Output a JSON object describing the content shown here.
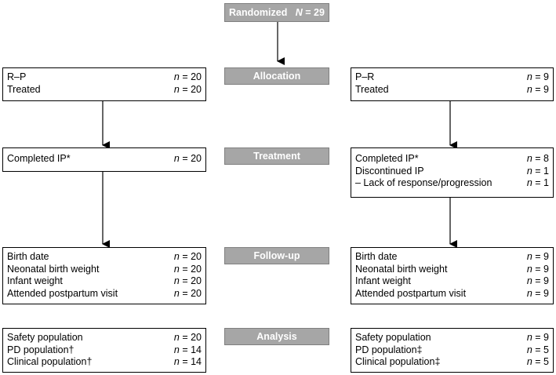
{
  "top": {
    "label": "Randomized",
    "n_prefix": "N",
    "n_value": "= 29"
  },
  "stages": [
    "Allocation",
    "Treatment",
    "Follow-up",
    "Analysis"
  ],
  "left": {
    "allocation": [
      {
        "label": "R–P",
        "n": "= 20"
      },
      {
        "label": "Treated",
        "n": "= 20"
      }
    ],
    "treatment": [
      {
        "label": "Completed IP*",
        "n": "= 20"
      }
    ],
    "followup": [
      {
        "label": "Birth date",
        "n": "= 20"
      },
      {
        "label": "Neonatal birth weight",
        "n": "= 20"
      },
      {
        "label": "Infant weight",
        "n": "= 20"
      },
      {
        "label": "Attended postpartum visit",
        "n": "= 20"
      }
    ],
    "analysis": [
      {
        "label": "Safety population",
        "n": "= 20"
      },
      {
        "label": "PD population†",
        "n": "= 14"
      },
      {
        "label": "Clinical population†",
        "n": "= 14"
      }
    ]
  },
  "right": {
    "allocation": [
      {
        "label": "P–R",
        "n": "= 9"
      },
      {
        "label": "Treated",
        "n": "= 9"
      }
    ],
    "treatment": [
      {
        "label": "Completed IP*",
        "n": "= 8"
      },
      {
        "label": "Discontinued IP",
        "n": "= 1"
      },
      {
        "label": "– Lack of response/progression",
        "n": "= 1"
      }
    ],
    "followup": [
      {
        "label": "Birth date",
        "n": "= 9"
      },
      {
        "label": "Neonatal birth weight",
        "n": "= 9"
      },
      {
        "label": "Infant weight",
        "n": "= 9"
      },
      {
        "label": "Attended postpartum visit",
        "n": "= 9"
      }
    ],
    "analysis": [
      {
        "label": "Safety population",
        "n": "= 9"
      },
      {
        "label": "PD population‡",
        "n": "= 5"
      },
      {
        "label": "Clinical population‡",
        "n": "= 5"
      }
    ]
  },
  "n_symbol": "n"
}
